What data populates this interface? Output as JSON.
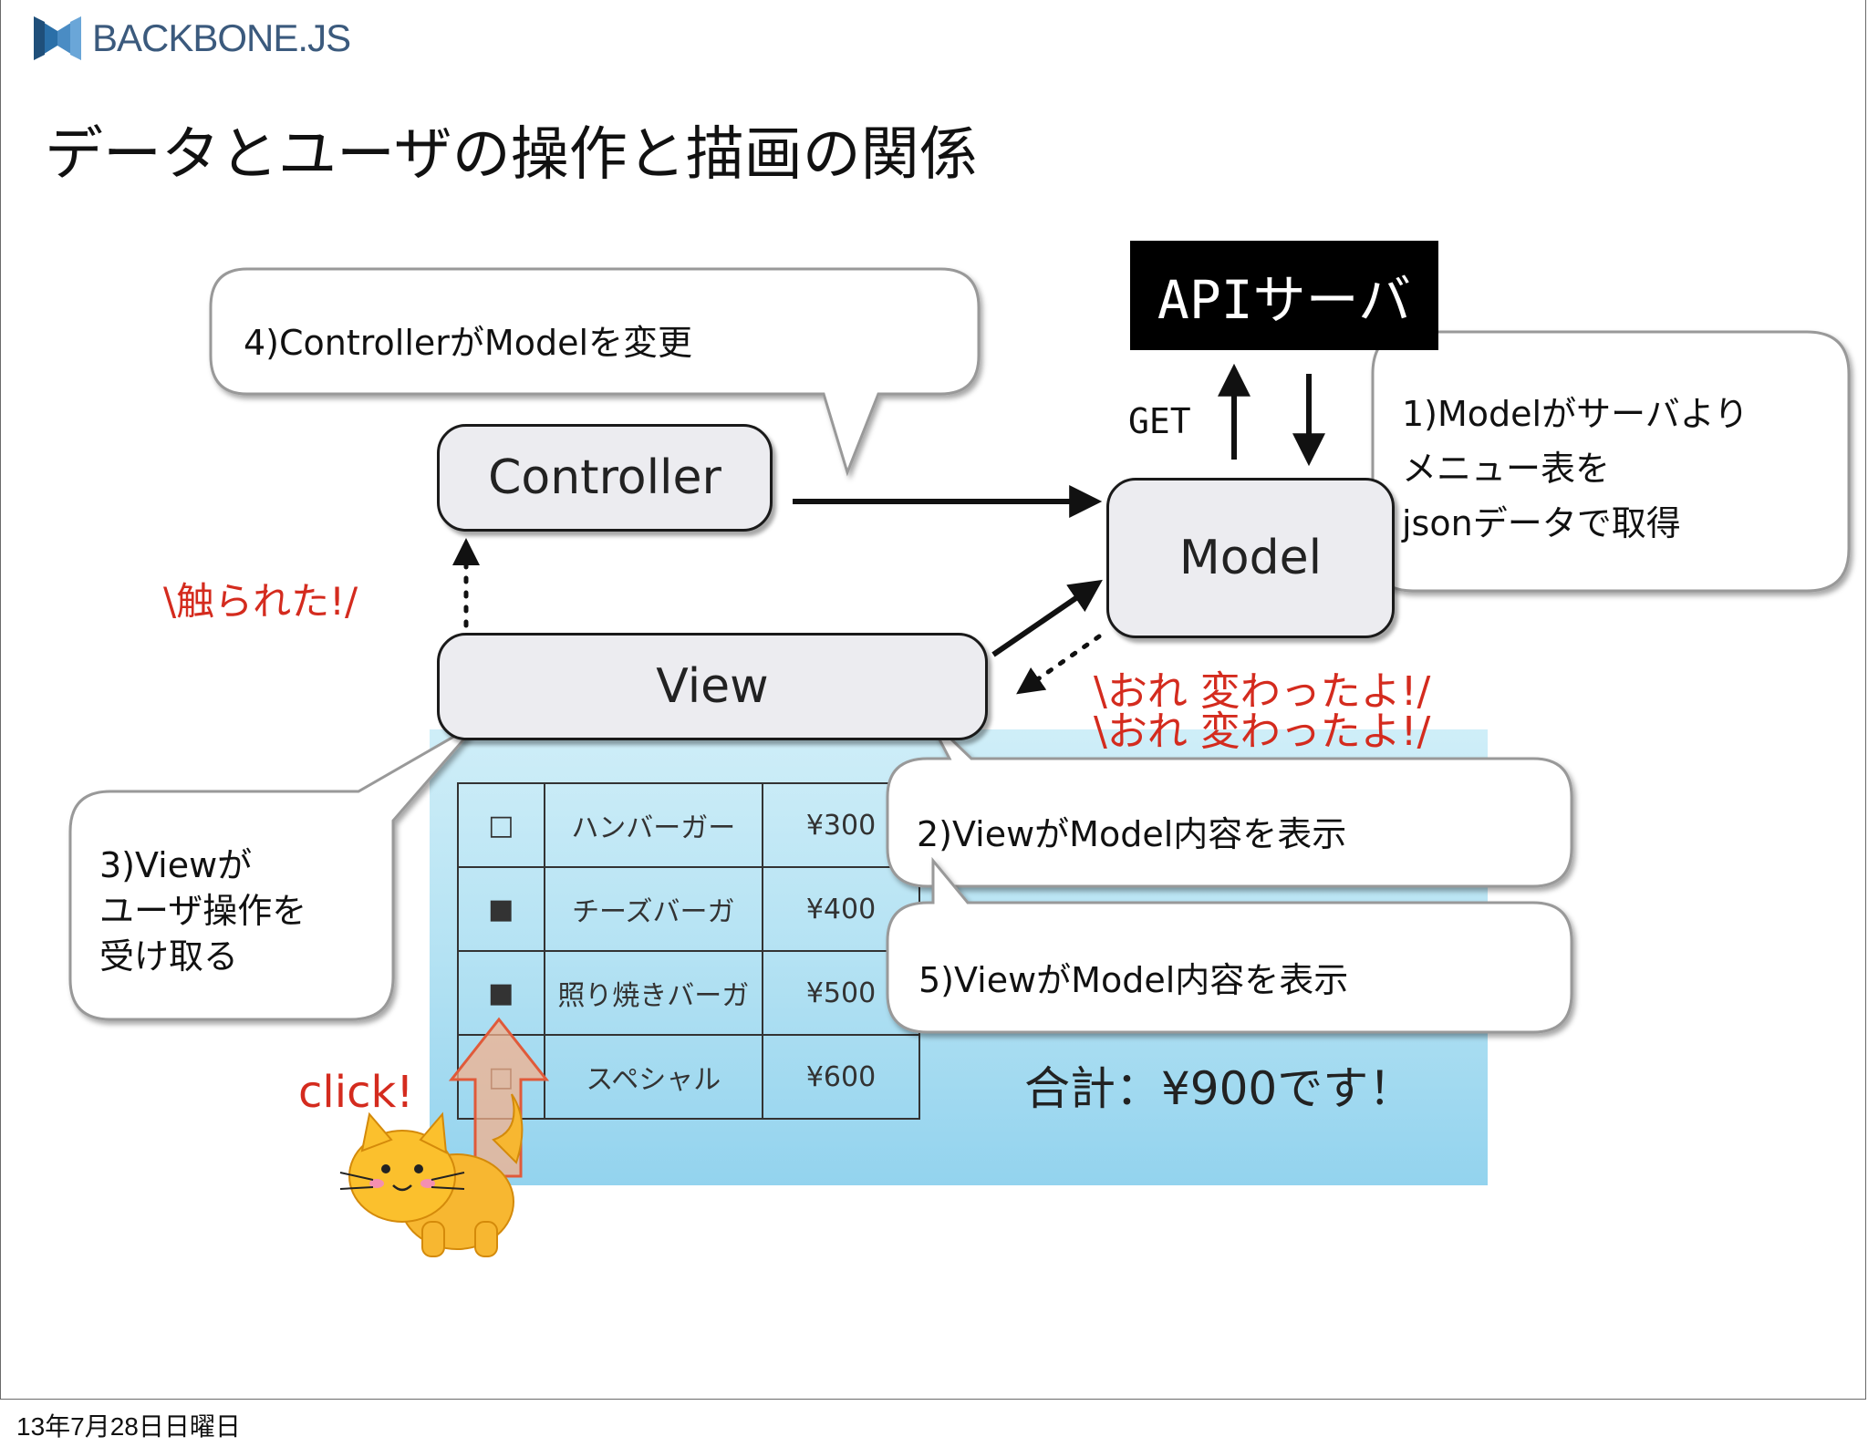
{
  "header": {
    "logo_text": "BACKBONE.JS",
    "title": "データとユーザの操作と描画の関係"
  },
  "diagram": {
    "controller_label": "Controller",
    "model_label": "Model",
    "view_label": "View",
    "api_label": "APIサーバ",
    "get_label": "GET"
  },
  "bubbles": {
    "b4": "4)ControllerがModelを変更",
    "b1_lines": [
      "1)Modelがサーバより",
      "メニュー表を",
      "jsonデータで取得"
    ],
    "b3_lines": [
      "3)Viewが",
      "ユーザ操作を",
      "受け取る"
    ],
    "b2": "2)ViewがModel内容を表示",
    "b5": "5)ViewがModel内容を表示"
  },
  "exclamations": {
    "touched": "\\触られた!/",
    "changed1": "\\おれ 変わったよ!/",
    "changed2": "\\おれ 変わったよ!/",
    "click": "click!"
  },
  "menu": {
    "rows": [
      {
        "check": "□",
        "name": "ハンバーガー",
        "price": "¥300"
      },
      {
        "check": "■",
        "name": "チーズバーガ",
        "price": "¥400"
      },
      {
        "check": "■",
        "name": "照り焼きバーガ",
        "price": "¥500"
      },
      {
        "check": "□",
        "name": "スペシャル",
        "price": "¥600"
      }
    ],
    "total": "合計：¥900です！"
  },
  "footer": {
    "date": "13年7月28日日曜日"
  },
  "colors": {
    "accent_red": "#d42b1e",
    "box_fill": "#ececf0",
    "logo_blue": "#3b5a7d"
  }
}
